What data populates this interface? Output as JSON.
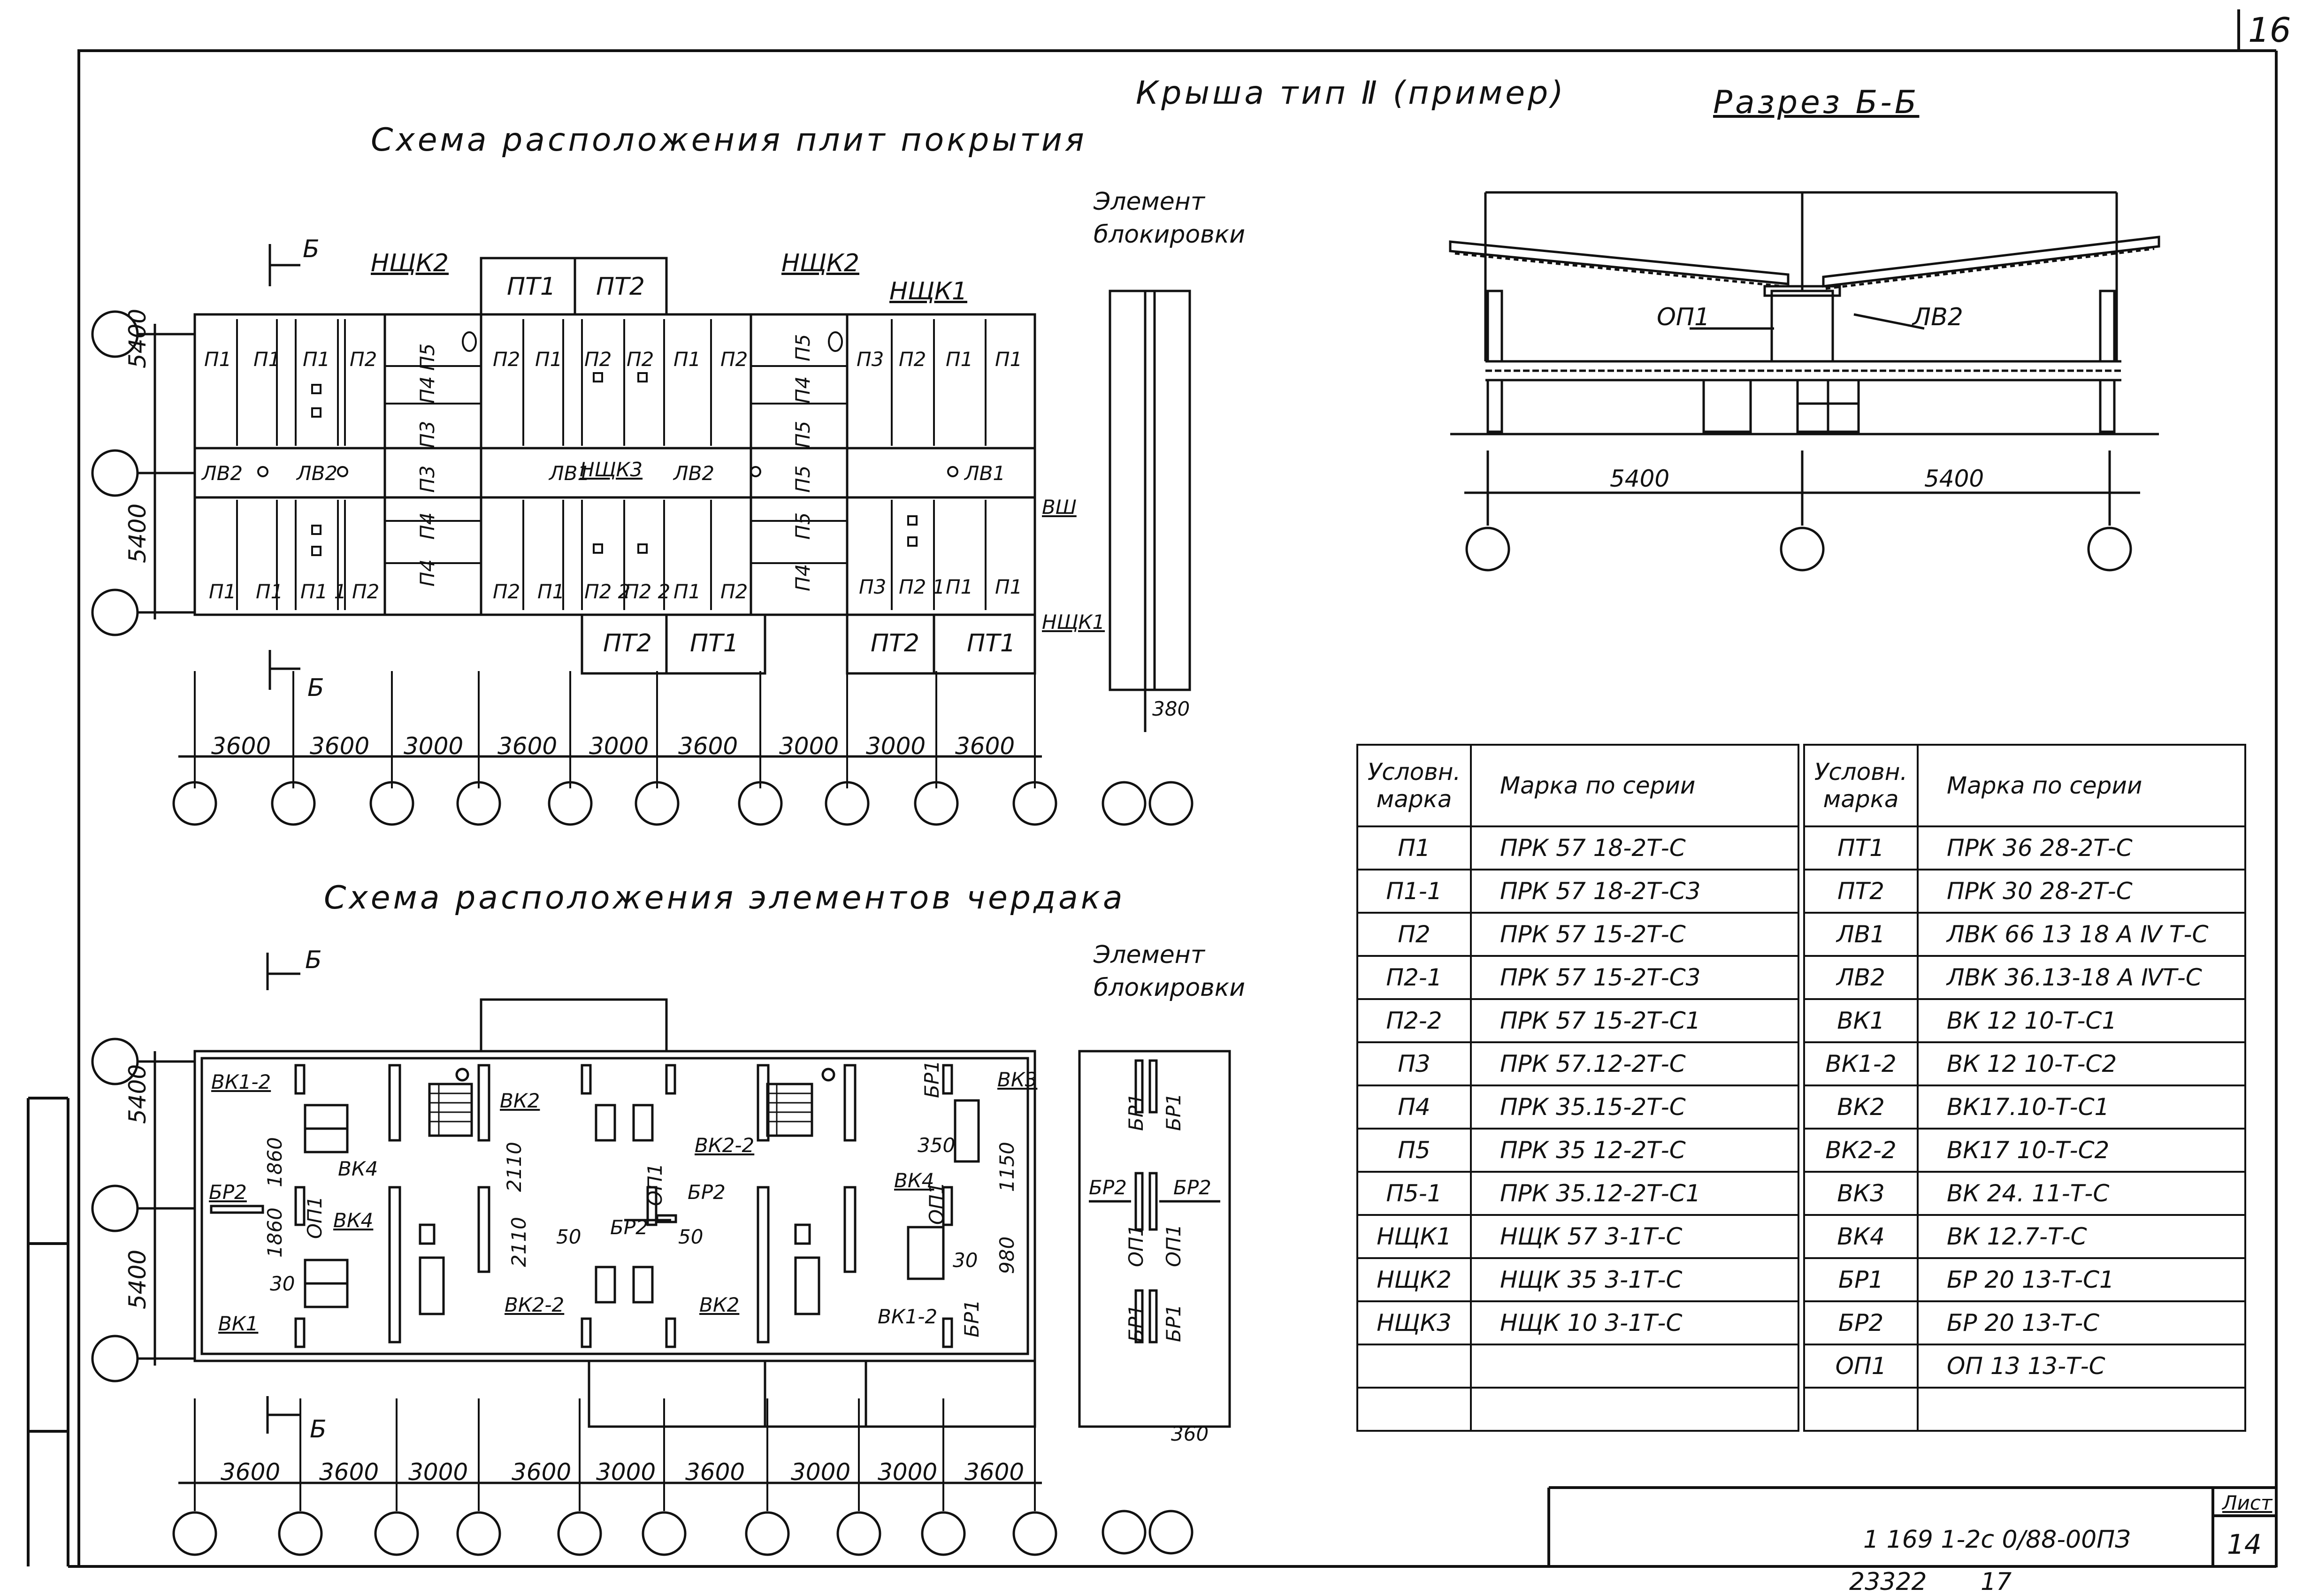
{
  "sheet": {
    "page_corner_number": "16",
    "title_roof": "Крыша тип Ⅱ (пример)",
    "title_plan_slabs": "Схема расположения плит покрытия",
    "title_plan_attic": "Схема расположения элементов чердака",
    "title_section": "Разрез Б-Б",
    "blocking_element_1": "Элемент блокировки",
    "blocking_element_2": "Элемент блокировки",
    "section_mark": "Б"
  },
  "plan_top": {
    "row_labels_top": [
      "П1",
      "П1",
      "П1",
      "П2",
      "П5",
      "П4",
      "П3",
      "П3",
      "П4",
      "П4",
      "П2",
      "П1",
      "П2",
      "П2",
      "П1",
      "П2",
      "П5",
      "П4",
      "П5",
      "П5",
      "П5",
      "П4",
      "П3",
      "П2",
      "П1",
      "П1"
    ],
    "mid_labels": [
      "ЛВ2",
      "ЛВ2",
      "ЛВ1",
      "НЩК3",
      "ЛВ2",
      "ЛВ1"
    ],
    "row_labels_bottom": [
      "П1",
      "П1",
      "П1 1",
      "П2",
      "П4",
      "П2",
      "П1",
      "П2 2",
      "П2 2",
      "П1",
      "П2",
      "П4",
      "П3",
      "П2 1",
      "П1",
      "П1"
    ],
    "top_boxes": [
      "ПТ1",
      "ПТ2"
    ],
    "bottom_boxes": [
      "ПТ2",
      "ПТ1",
      "ПТ2",
      "ПТ1"
    ],
    "callouts": [
      "НЩК2",
      "НЩК2",
      "НЩК1",
      "НЩК1",
      "ВШ"
    ],
    "axis_dims_vertical": [
      "5400",
      "5400"
    ],
    "axis_dims_horizontal": [
      "3600",
      "3600",
      "3000",
      "3600",
      "3000",
      "3600",
      "3000",
      "3000",
      "3600"
    ],
    "side_dim": "380"
  },
  "plan_bottom": {
    "callouts": [
      "ВК1-2",
      "ВК4",
      "ВК4",
      "ВК1",
      "БР2",
      "ОП1",
      "ВК2",
      "ВК2-2",
      "ОП1",
      "БР2",
      "БР2",
      "ВК2-2",
      "ВК2",
      "БР1",
      "ВК3",
      "ВК4",
      "ОП1",
      "БР1",
      "ВК1-2"
    ],
    "small_dims": [
      "1860",
      "1860",
      "30",
      "2110",
      "2110",
      "50",
      "50",
      "350",
      "1150",
      "980",
      "30"
    ],
    "axis_dims_vertical": [
      "5400",
      "5400"
    ],
    "axis_dims_horizontal": [
      "3600",
      "3600",
      "3000",
      "3600",
      "3000",
      "3600",
      "3000",
      "3000",
      "3600"
    ],
    "side_dim": "360",
    "blocking_labels": [
      "БР1",
      "БР1",
      "БР2",
      "БР2",
      "ОП1",
      "ОП1",
      "БР1",
      "БР1"
    ]
  },
  "section": {
    "labels": [
      "ОП1",
      "ЛВ2"
    ],
    "dims": [
      "5400",
      "5400"
    ]
  },
  "spec_table": {
    "headers": {
      "code": "Условн. марка",
      "mark": "Марка по серии"
    },
    "left_rows": [
      {
        "code": "П1",
        "mark": "ПРК 57 18-2Т-С"
      },
      {
        "code": "П1-1",
        "mark": "ПРК 57 18-2Т-С3"
      },
      {
        "code": "П2",
        "mark": "ПРК 57 15-2Т-С"
      },
      {
        "code": "П2-1",
        "mark": "ПРК 57 15-2Т-С3"
      },
      {
        "code": "П2-2",
        "mark": "ПРК 57 15-2Т-С1"
      },
      {
        "code": "П3",
        "mark": "ПРК 57.12-2Т-С"
      },
      {
        "code": "П4",
        "mark": "ПРК 35.15-2Т-С"
      },
      {
        "code": "П5",
        "mark": "ПРК 35 12-2Т-С"
      },
      {
        "code": "П5-1",
        "mark": "ПРК 35.12-2Т-С1"
      },
      {
        "code": "НЩК1",
        "mark": "НЩК 57 3-1Т-С"
      },
      {
        "code": "НЩК2",
        "mark": "НЩК 35 3-1Т-С"
      },
      {
        "code": "НЩК3",
        "mark": "НЩК 10 3-1Т-С"
      },
      {
        "code": "",
        "mark": ""
      },
      {
        "code": "",
        "mark": ""
      }
    ],
    "right_rows": [
      {
        "code": "ПТ1",
        "mark": "ПРК 36 28-2Т-С"
      },
      {
        "code": "ПТ2",
        "mark": "ПРК 30 28-2Т-С"
      },
      {
        "code": "ЛВ1",
        "mark": "ЛВК 66 13 18 А Ⅳ Т-С"
      },
      {
        "code": "ЛВ2",
        "mark": "ЛВК 36.13-18 А ⅣТ-С"
      },
      {
        "code": "ВК1",
        "mark": "ВК 12 10-Т-С1"
      },
      {
        "code": "ВК1-2",
        "mark": "ВК 12 10-Т-С2"
      },
      {
        "code": "ВК2",
        "mark": "ВК17.10-Т-С1"
      },
      {
        "code": "ВК2-2",
        "mark": "ВК17 10-Т-С2"
      },
      {
        "code": "ВК3",
        "mark": "ВК 24. 11-Т-С"
      },
      {
        "code": "ВК4",
        "mark": "ВК 12.7-Т-С"
      },
      {
        "code": "БР1",
        "mark": "БР 20 13-Т-С1"
      },
      {
        "code": "БР2",
        "mark": "БР 20 13-Т-С"
      },
      {
        "code": "ОП1",
        "mark": "ОП 13 13-Т-С"
      },
      {
        "code": "",
        "mark": ""
      }
    ]
  },
  "title_block": {
    "doc_code": "1 169 1-2с 0/88-00ПЗ",
    "sheet_label": "Лист",
    "sheet_number": "14",
    "bottom_numbers": [
      "23322",
      "17"
    ]
  }
}
